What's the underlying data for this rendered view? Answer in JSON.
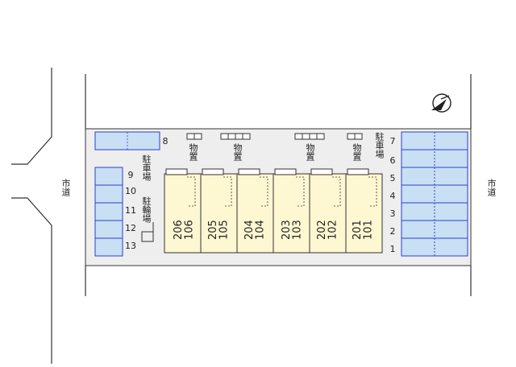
{
  "roads": {
    "left_label": "市道",
    "right_label": "市道"
  },
  "parking_car_label": "駐車場",
  "parking_bike_label": "駐輪場",
  "storage_label": "物置",
  "space_numbers_right": [
    "1",
    "2",
    "3",
    "4",
    "5",
    "6",
    "7"
  ],
  "space_numbers_left": [
    "8",
    "9",
    "10",
    "11",
    "12",
    "13"
  ],
  "units": [
    {
      "upper": "206",
      "lower": "106"
    },
    {
      "upper": "205",
      "lower": "105"
    },
    {
      "upper": "204",
      "lower": "104"
    },
    {
      "upper": "203",
      "lower": "103"
    },
    {
      "upper": "202",
      "lower": "102"
    },
    {
      "upper": "201",
      "lower": "101"
    }
  ],
  "colors": {
    "lot": "#eeeeee",
    "parking_fill": "#c9dff4",
    "parking_stroke": "#2a3fd1",
    "building_fill": "#fdf7d2",
    "line": "#333333"
  },
  "icons": {
    "compass": "north-arrow-icon"
  }
}
